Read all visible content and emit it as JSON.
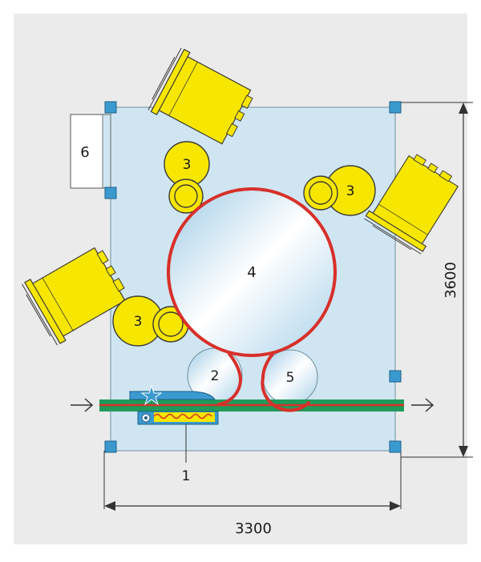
{
  "labels": {
    "callout_1": "1",
    "roller_2": "2",
    "ink_unit_3": "3",
    "drum_4": "4",
    "roller_5": "5",
    "box_6": "6"
  },
  "dimensions": {
    "width": "3300",
    "height": "3600"
  },
  "colors": {
    "panel": "#ebebeb",
    "frame": "#cfe6f2",
    "corner": "#3a9ad0",
    "unit": "#f7e600",
    "red": "#d8302a",
    "belt": "#1f9a5a",
    "roller": "#e8f1f6"
  },
  "icons": {
    "in_arrow": "arrow-right-icon",
    "out_arrow": "arrow-right-icon"
  }
}
